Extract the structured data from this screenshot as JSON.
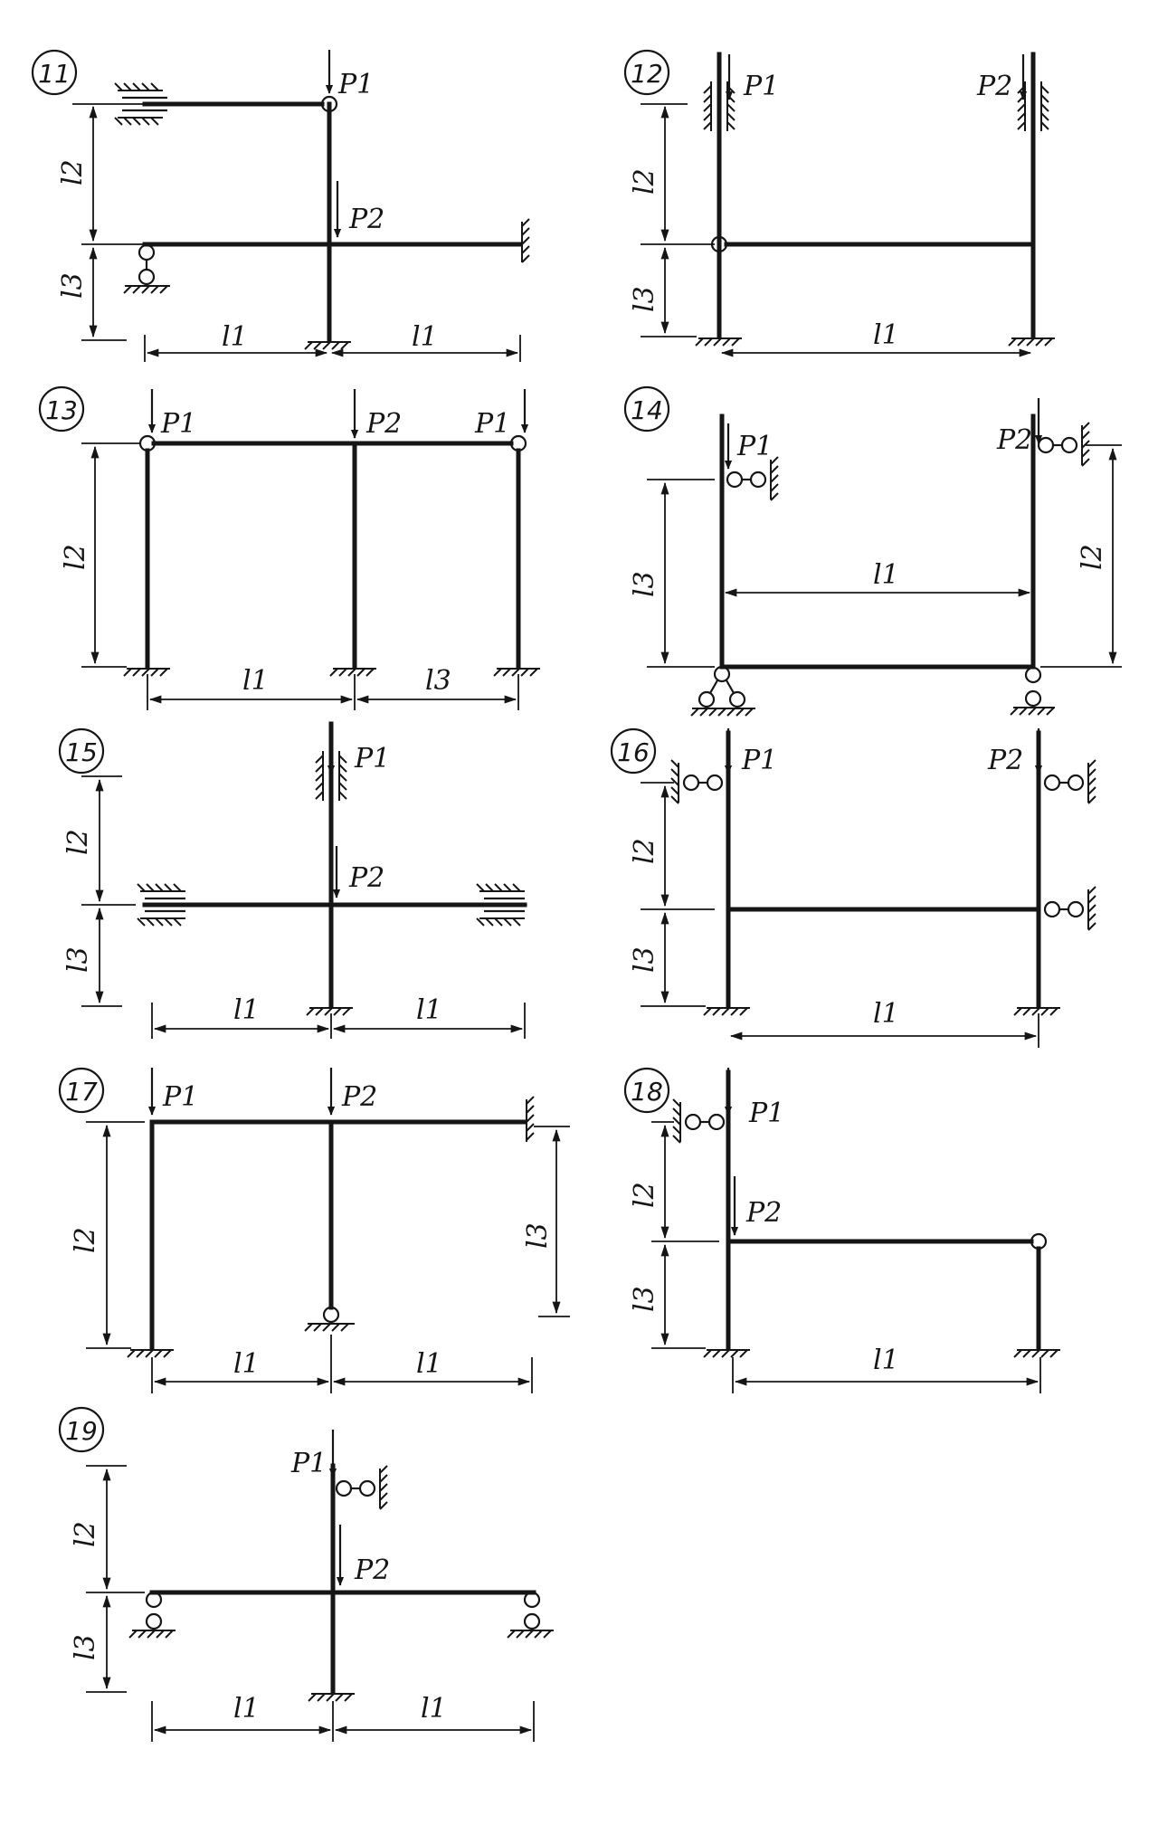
{
  "sheet": {
    "schemes": [
      {
        "number": "11",
        "labels": [
          "P1",
          "P2",
          "l2",
          "l3",
          "l1",
          "l1"
        ]
      },
      {
        "number": "12",
        "labels": [
          "P1",
          "P2",
          "l2",
          "l3",
          "l1"
        ]
      },
      {
        "number": "13",
        "labels": [
          "P1",
          "P2",
          "P1",
          "l2",
          "l1",
          "l3"
        ]
      },
      {
        "number": "14",
        "labels": [
          "P1",
          "P2",
          "l3",
          "l1",
          "l2"
        ]
      },
      {
        "number": "15",
        "labels": [
          "P1",
          "P2",
          "l2",
          "l3",
          "l1",
          "l1"
        ]
      },
      {
        "number": "16",
        "labels": [
          "P1",
          "P2",
          "l2",
          "l3",
          "l1"
        ]
      },
      {
        "number": "17",
        "labels": [
          "P1",
          "P2",
          "l2",
          "l3",
          "l1",
          "l1"
        ]
      },
      {
        "number": "18",
        "labels": [
          "P1",
          "P2",
          "l2",
          "l3",
          "l1"
        ]
      },
      {
        "number": "19",
        "labels": [
          "P1",
          "P2",
          "l2",
          "l3",
          "l1",
          "l1"
        ]
      }
    ]
  }
}
